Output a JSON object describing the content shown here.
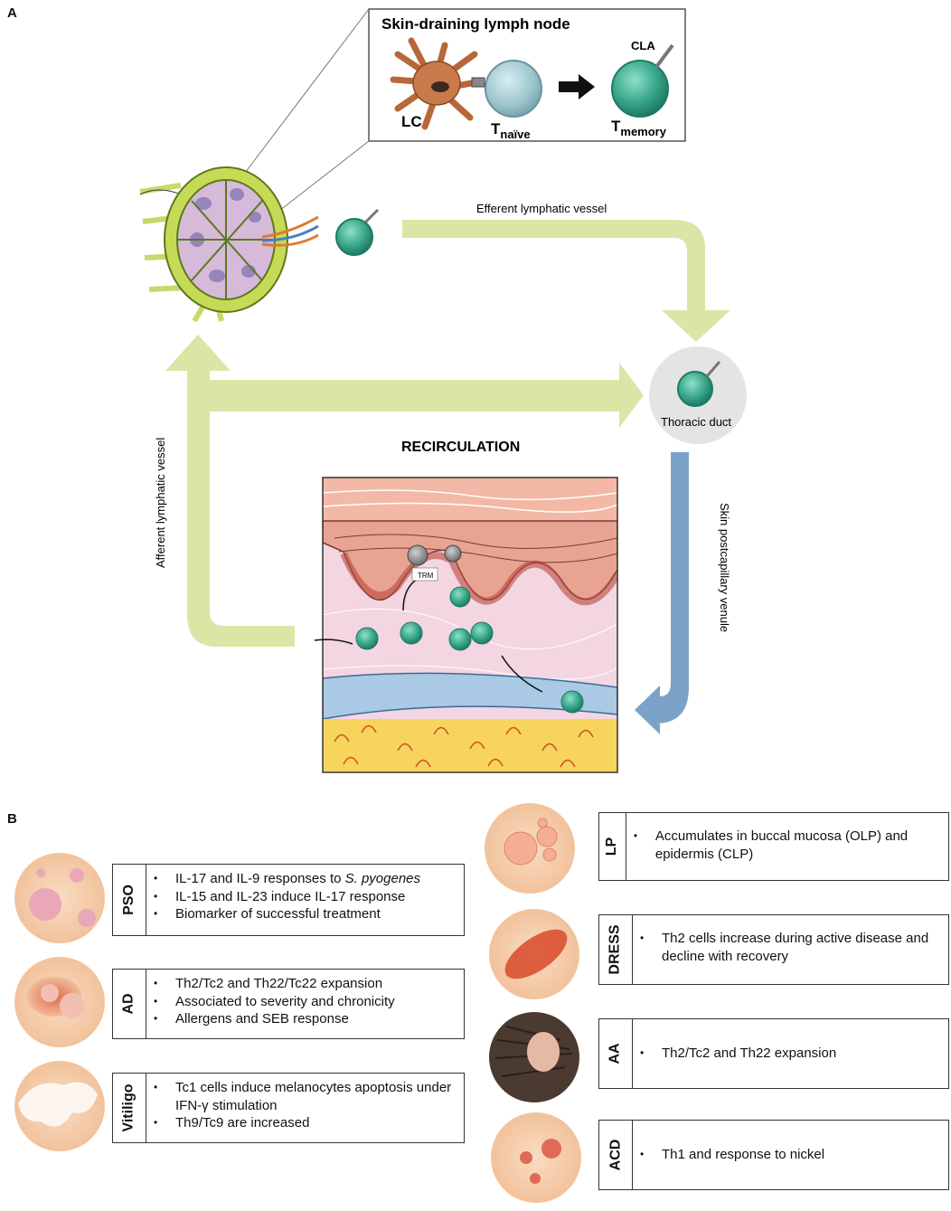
{
  "panelA": {
    "letter": "A",
    "inset": {
      "title": "Skin-draining lymph node",
      "lc": "LC",
      "t_naive": "T",
      "t_naive_sub": "naïve",
      "t_memory": "T",
      "t_memory_sub": "memory",
      "cla": "CLA"
    },
    "efferent": "Efferent lymphatic vessel",
    "afferent": "Afferent lymphatic vessel",
    "thoracic": "Thoracic duct",
    "venule": "Skin postcapillary venule",
    "recirculation": "RECIRCULATION",
    "trm": "TRM"
  },
  "panelB": {
    "letter": "B",
    "diseases": [
      {
        "abbr": "PSO",
        "lines": [
          "IL-17 and IL-9 responses to S. pyogenes",
          "IL-15 and IL-23 induce IL-17 response",
          "Biomarker of successful treatment"
        ]
      },
      {
        "abbr": "AD",
        "lines": [
          "Th2/Tc2 and Th22/Tc22 expansion",
          "Associated to severity and chronicity",
          "Allergens and SEB response"
        ]
      },
      {
        "abbr": "Vitiligo",
        "lines": [
          "Tc1 cells induce melanocytes apoptosis under IFN-γ stimulation",
          "Th9/Tc9 are increased"
        ]
      },
      {
        "abbr": "LP",
        "lines": [
          "Accumulates in buccal mucosa (OLP) and epidermis (CLP)"
        ]
      },
      {
        "abbr": "DRESS",
        "lines": [
          "Th2 cells increase during active disease and decline with recovery"
        ]
      },
      {
        "abbr": "AA",
        "lines": [
          "Th2/Tc2 and Th22 expansion"
        ]
      },
      {
        "abbr": "ACD",
        "lines": [
          "Th1 and response to nickel"
        ]
      }
    ]
  },
  "colors": {
    "arrow_green": "#d9e6a6",
    "arrow_blue": "#7ba3c9",
    "cell_teal": "#3aa88c",
    "skin_pink": "#f3d6e2",
    "epidermis": "#e8a393",
    "fat_yellow": "#f7d55c"
  }
}
